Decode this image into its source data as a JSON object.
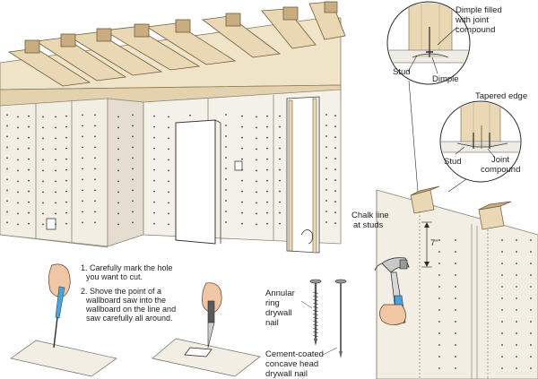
{
  "labels": {
    "dimple_filled": [
      "Dimple filled",
      "with joint",
      "compound"
    ],
    "stud_top": "Stud",
    "dimple": "Dimple",
    "tapered_edge": "Tapered edge",
    "stud_mid": "Stud",
    "joint_compound": [
      "Joint",
      "compound"
    ],
    "chalk_line": [
      "Chalk line",
      "at studs"
    ],
    "spacing": "7\"",
    "step1": [
      "1. Carefully mark the hole",
      "you want to cut."
    ],
    "step2": [
      "2. Shove the point of a",
      "wallboard saw into the",
      "wallboard on the line and",
      "saw carefully all around."
    ],
    "annular_nail": [
      "Annular",
      "ring",
      "drywall",
      "nail"
    ],
    "cement_nail": [
      "Cement-coated",
      "concave head",
      "drywall nail"
    ]
  },
  "colors": {
    "joist": "#ead8b4",
    "joist_dark": "#c9ad80",
    "wallboard": "#f2eee4",
    "wallboard_edge": "#bdb6a6",
    "ink": "#2a2a2a",
    "hand": "#f0c7a4",
    "handle": "#4aa3d9"
  }
}
